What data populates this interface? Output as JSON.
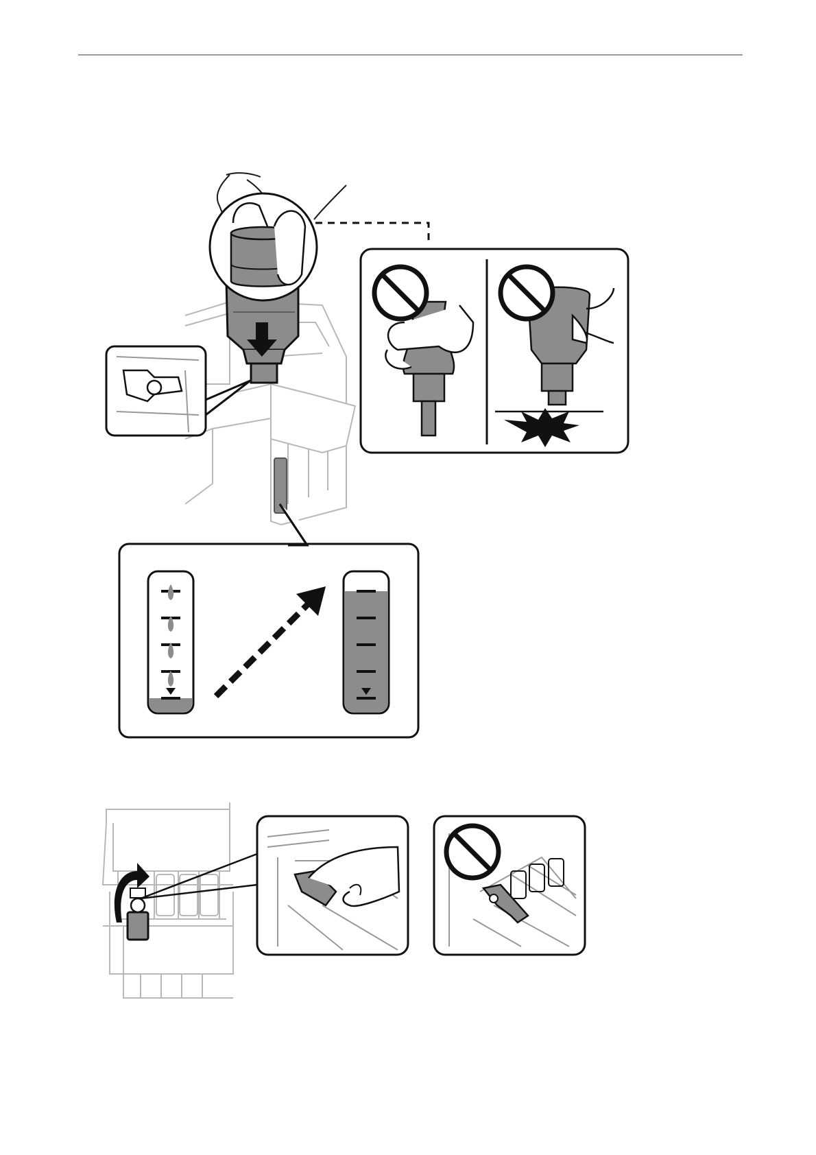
{
  "page": {
    "header_rule": true,
    "colors": {
      "ink": "#1a1a1a",
      "ink_fill": "#8c8c8c",
      "printer_line": "#b8b8b8",
      "panel_border": "#111111"
    }
  },
  "figures": [
    {
      "name": "refill-ink-bottle",
      "callouts": [
        "ink-inlet-closeup",
        "do-not-squeeze-or-drop",
        "ink-level-gauge"
      ]
    },
    {
      "name": "close-ink-tank-cap",
      "callouts": [
        "press-cap-firmly",
        "cap-not-closed-prohibited"
      ]
    }
  ],
  "ink_level_gauge": {
    "before_level_fraction": 0.1,
    "after_level_fraction": 0.9,
    "tick_count": 5
  },
  "icons": [
    "prohibition-icon",
    "down-arrow-icon",
    "curved-arrow-icon",
    "impact-burst-icon",
    "dashed-arrow-icon"
  ]
}
